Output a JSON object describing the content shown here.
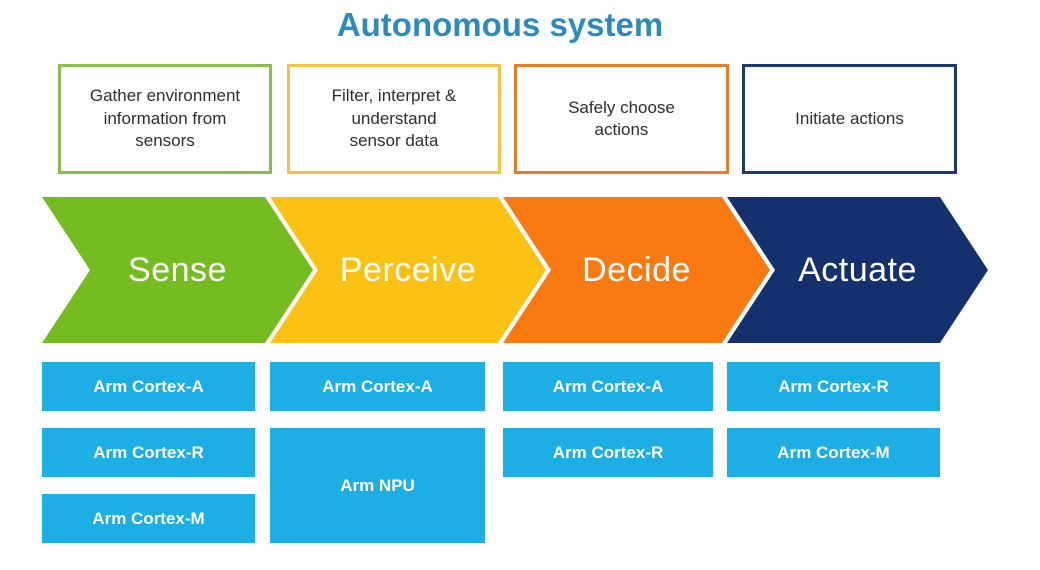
{
  "title": {
    "text": "Autonomous system",
    "color": "#2B8BBC"
  },
  "chip_color": "#1CAEE4",
  "chip_text_color": "#FFFFFF",
  "stages": [
    {
      "name": "Sense",
      "description": "Gather environment\ninformation from\nsensors",
      "arrow_color": "#74BC20",
      "box_border_color": "#8ABD4D",
      "chips": [
        "Arm Cortex-A",
        "Arm Cortex-R",
        "Arm Cortex-M"
      ]
    },
    {
      "name": "Perceive",
      "description": "Filter, interpret &\nunderstand\nsensor data",
      "arrow_color": "#FCC213",
      "box_border_color": "#F3C342",
      "chips": [
        "Arm Cortex-A",
        "Arm NPU"
      ]
    },
    {
      "name": "Decide",
      "description": "Safely choose\nactions",
      "arrow_color": "#FA7A12",
      "box_border_color": "#E97C26",
      "chips": [
        "Arm Cortex-A",
        "Arm Cortex-R"
      ]
    },
    {
      "name": "Actuate",
      "description": "Initiate actions",
      "arrow_color": "#15316D",
      "box_border_color": "#1C3A70",
      "chips": [
        "Arm Cortex-R",
        "Arm Cortex-M"
      ]
    }
  ]
}
